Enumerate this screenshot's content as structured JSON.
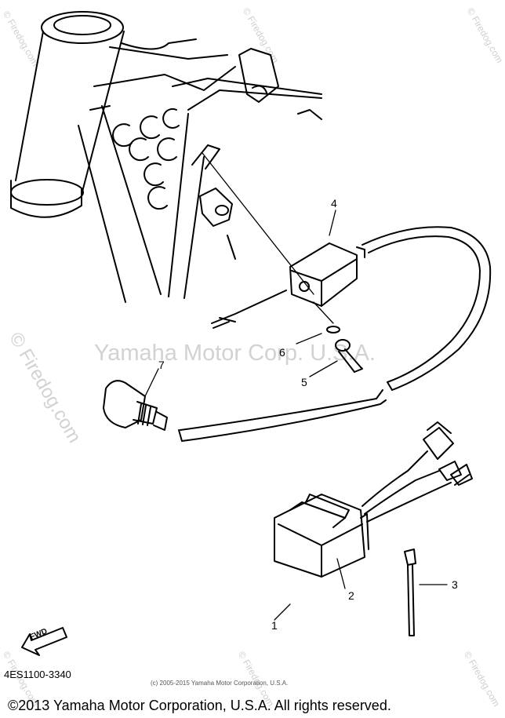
{
  "watermark": {
    "center_text": "Yamaha Motor Corp. U.S.A.",
    "diagonal_text": "© Firedog.com",
    "corner_text": "© Firedog.com"
  },
  "callouts": {
    "n1": "1",
    "n2": "2",
    "n3": "3",
    "n4": "4",
    "n5": "5",
    "n6": "6",
    "n7": "7"
  },
  "fwd_label": "FWD",
  "part_code": "4ES1100-3340",
  "fine_print": "(c) 2005-2015 Yamaha Motor Corporation, U.S.A.",
  "copyright": "©2013 Yamaha Motor Corporation, U.S.A. All rights reserved.",
  "colors": {
    "line": "#000000",
    "watermark": "#d2d2d2",
    "background": "#ffffff"
  }
}
